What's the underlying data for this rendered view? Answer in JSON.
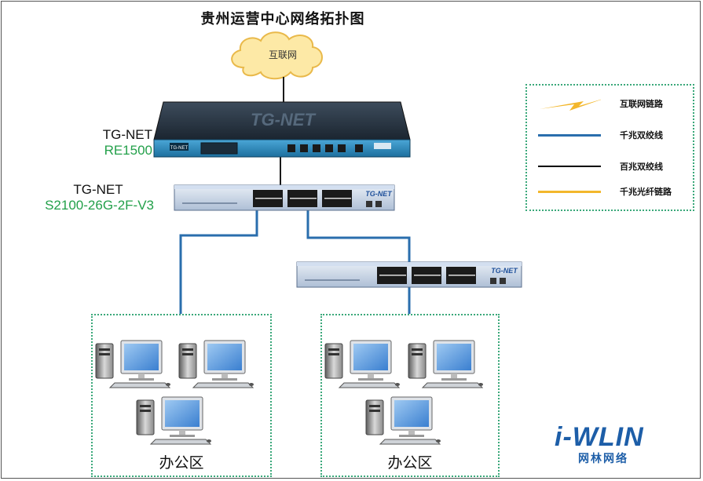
{
  "title": "贵州运营中心网络拓扑图",
  "cloud": {
    "label": "互联网"
  },
  "router": {
    "brand": "TG-NET",
    "model": "RE1500",
    "front_logo": "TG-NET"
  },
  "core_switch": {
    "brand": "TG-NET",
    "model": "S2100-26G-2F-V3",
    "logo": "TG-NET"
  },
  "access_switch": {
    "logo": "TG-NET"
  },
  "legend": {
    "items": [
      {
        "label": "互联网链路",
        "color": "#f3b72c",
        "style": "lightning"
      },
      {
        "label": "千兆双绞线",
        "color": "#2a6ead",
        "style": "line"
      },
      {
        "label": "百兆双绞线",
        "color": "#000000",
        "style": "line"
      },
      {
        "label": "千兆光纤链路",
        "color": "#f3b72c",
        "style": "line"
      }
    ]
  },
  "offices": [
    {
      "label": "办公区"
    },
    {
      "label": "办公区"
    }
  ],
  "logo": {
    "mark": "i-WLIN",
    "sub": "网林网络"
  }
}
